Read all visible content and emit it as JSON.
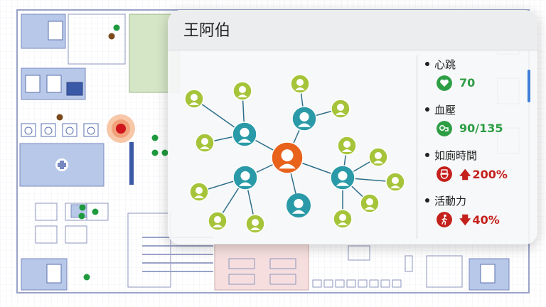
{
  "panel": {
    "title": "王阿伯"
  },
  "vitals": [
    {
      "label": "心跳",
      "value": "70",
      "status": "normal",
      "icon": "heart-icon",
      "color": "#2e9e45"
    },
    {
      "label": "血壓",
      "value": "90/135",
      "status": "normal",
      "icon": "blood-pressure-icon",
      "color": "#2e9e45"
    },
    {
      "label": "如廁時間",
      "value": "200%",
      "trend": "up",
      "icon": "toilet-icon",
      "color": "#c4201c"
    },
    {
      "label": "活動力",
      "value": "40%",
      "trend": "down",
      "icon": "walking-person-icon",
      "color": "#c4201c"
    }
  ],
  "colors": {
    "center_node": "#e8621c",
    "hub_node": "#2a9aa8",
    "leaf_node": "#a6c43a",
    "normal": "#2e9e45",
    "alert": "#c4201c",
    "scroll": "#3f7fd6"
  }
}
